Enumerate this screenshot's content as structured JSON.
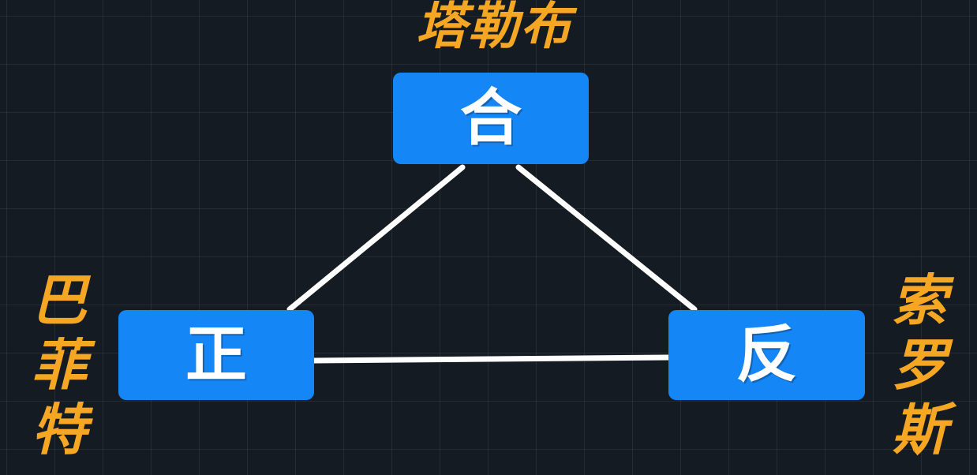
{
  "diagram": {
    "nodes": {
      "top": {
        "label": "合",
        "person": "塔勒布"
      },
      "left": {
        "label": "正",
        "person": "巴菲特"
      },
      "right": {
        "label": "反",
        "person": "索罗斯"
      }
    },
    "edges": [
      {
        "from": "top",
        "to": "left"
      },
      {
        "from": "top",
        "to": "right"
      },
      {
        "from": "left",
        "to": "right"
      }
    ],
    "colors": {
      "background": "#151b22",
      "node_fill": "#1586f5",
      "node_text": "#ffffff",
      "name_text": "#f5a623",
      "edge": "#ffffff"
    }
  }
}
